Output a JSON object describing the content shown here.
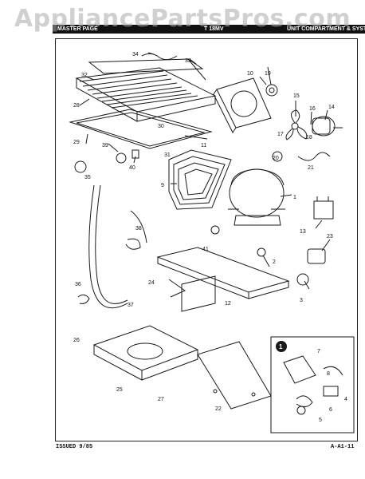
{
  "watermark": "AppliancePartsPros.com",
  "header": {
    "left": "MASTER PAGE",
    "mid": "T 18MV",
    "right": "UNIT COMPARTMENT & SYSTEM"
  },
  "footer": {
    "issued": "ISSUED 9/85",
    "page_code": "A-A1-11"
  },
  "inset_marker": "1",
  "callouts": [
    "1",
    "2",
    "3",
    "4",
    "5",
    "6",
    "7",
    "8",
    "9",
    "10",
    "11",
    "12",
    "13",
    "14",
    "15",
    "16",
    "17",
    "18",
    "19",
    "20",
    "21",
    "22",
    "23",
    "24",
    "25",
    "26",
    "27",
    "28",
    "29",
    "30",
    "31",
    "32",
    "33",
    "34",
    "35",
    "36",
    "37",
    "38",
    "39",
    "40",
    "41"
  ]
}
